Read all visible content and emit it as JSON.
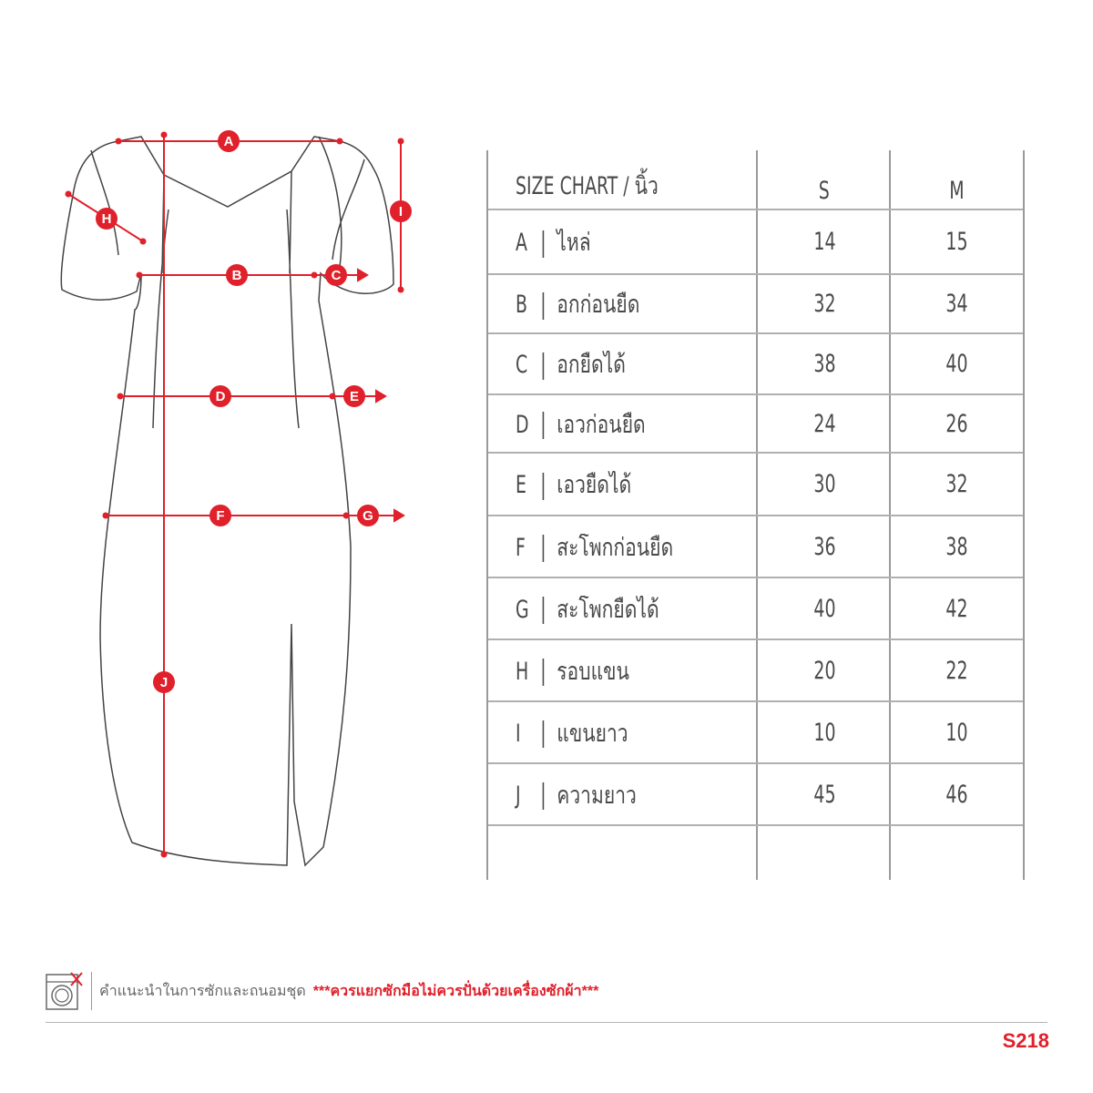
{
  "table": {
    "header": {
      "title": "SIZE CHART / นิ้ว",
      "sizes": [
        "S",
        "M"
      ]
    },
    "rows": [
      {
        "letter": "A",
        "label": "ไหล่",
        "S": "14",
        "M": "15"
      },
      {
        "letter": "B",
        "label": "อกก่อนยืด",
        "S": "32",
        "M": "34"
      },
      {
        "letter": "C",
        "label": "อกยืดได้",
        "S": "38",
        "M": "40"
      },
      {
        "letter": "D",
        "label": "เอวก่อนยืด",
        "S": "24",
        "M": "26"
      },
      {
        "letter": "E",
        "label": "เอวยืดได้",
        "S": "30",
        "M": "32"
      },
      {
        "letter": "F",
        "label": "สะโพกก่อนยืด",
        "S": "36",
        "M": "38"
      },
      {
        "letter": "G",
        "label": "สะโพกยืดได้",
        "S": "40",
        "M": "42"
      },
      {
        "letter": "H",
        "label": "รอบแขน",
        "S": "20",
        "M": "22"
      },
      {
        "letter": "I",
        "label": "แขนยาว",
        "S": "10",
        "M": "10"
      },
      {
        "letter": "J",
        "label": "ความยาว",
        "S": "45",
        "M": "46"
      }
    ]
  },
  "footer": {
    "care_label": "คำแนะนำในการซักและถนอมชุด",
    "warning": "***ควรแยกซักมือไม่ควรปั่นด้วยเครื่องซักผ้า***",
    "icon": "no-machine-wash-icon",
    "product_code": "S218"
  },
  "colors": {
    "accent": "#e0202a",
    "text": "#4a4a4a"
  }
}
